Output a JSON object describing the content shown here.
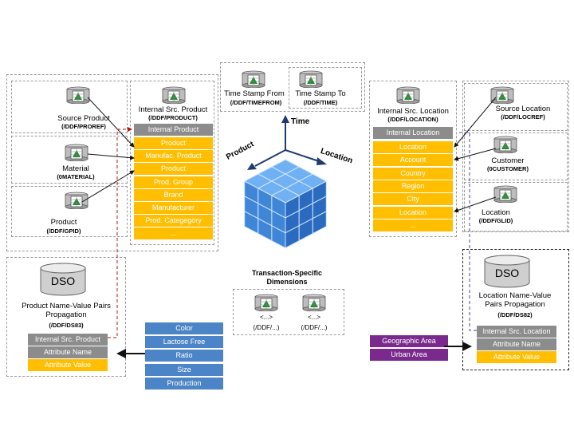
{
  "product": {
    "source": {
      "title": "Source Product",
      "tech": "(/DDF/PROREF)"
    },
    "material": {
      "title": "Material",
      "tech": "(0MATERIAL)"
    },
    "product": {
      "title": "Product",
      "tech": "(/DDF/GPID)"
    },
    "internal": {
      "title": "Internal Src. Product",
      "tech": "(/DDF/PRODUCT)",
      "header": "Internal Product",
      "attributes": [
        "Product",
        "Manufac. Product",
        "Product",
        "Prod. Group",
        "Brand",
        "Manufacturer",
        "Prod. Categegory",
        "..."
      ]
    }
  },
  "time": {
    "from": {
      "title": "Time Stamp From",
      "tech": "(/DDF/TIMEFROM)"
    },
    "to": {
      "title": "Time Stamp To",
      "tech": "(/DDF/TIME)"
    }
  },
  "axes": {
    "time": "Time",
    "product": "Product",
    "location": "Location"
  },
  "location": {
    "internal": {
      "title": "Internal Src. Location",
      "tech": "(/DDF/LOCATION)",
      "header": "Internal Location",
      "attributes": [
        "Location",
        "Account",
        "Country",
        "Region",
        "City",
        "Location",
        "..."
      ]
    },
    "source": {
      "title": "Source Location",
      "tech": "(/DDF/LOCREF)"
    },
    "customer": {
      "title": "Customer",
      "tech": "(0CUSTOMER)"
    },
    "location": {
      "title": "Location",
      "tech": "(/DDF/GLID)"
    }
  },
  "transaction": {
    "title": "Transaction-Specific Dimensions",
    "items": [
      {
        "label": "<...>",
        "tech": "(/DDF/...)"
      },
      {
        "label": "<...>",
        "tech": "(/DDF/...)"
      }
    ]
  },
  "dso_product": {
    "badge": "DSO",
    "title": "Product Name-Value Pairs Propagation",
    "tech": "(/DDF/DS83)",
    "rows": [
      "Internal Src. Product",
      "Attribute Name",
      "Attribute Value"
    ]
  },
  "dso_location": {
    "badge": "DSO",
    "title": "Location Name-Value Pairs Propagation",
    "tech": "(/DDF/DS82)",
    "rows": [
      "Internal Src. Location",
      "Attribute Name",
      "Attribute Value"
    ]
  },
  "product_values": [
    "Color",
    "Lactose Free",
    "Ratio",
    "Size",
    "Production"
  ],
  "location_values": [
    "Geographic Area",
    "Urban Area"
  ],
  "colors": {
    "gray": "#8c8c8c",
    "gold": "#ffbf00",
    "blue": "#4b84c7",
    "purple": "#7a2a8c",
    "cube": "#4a90e2"
  }
}
